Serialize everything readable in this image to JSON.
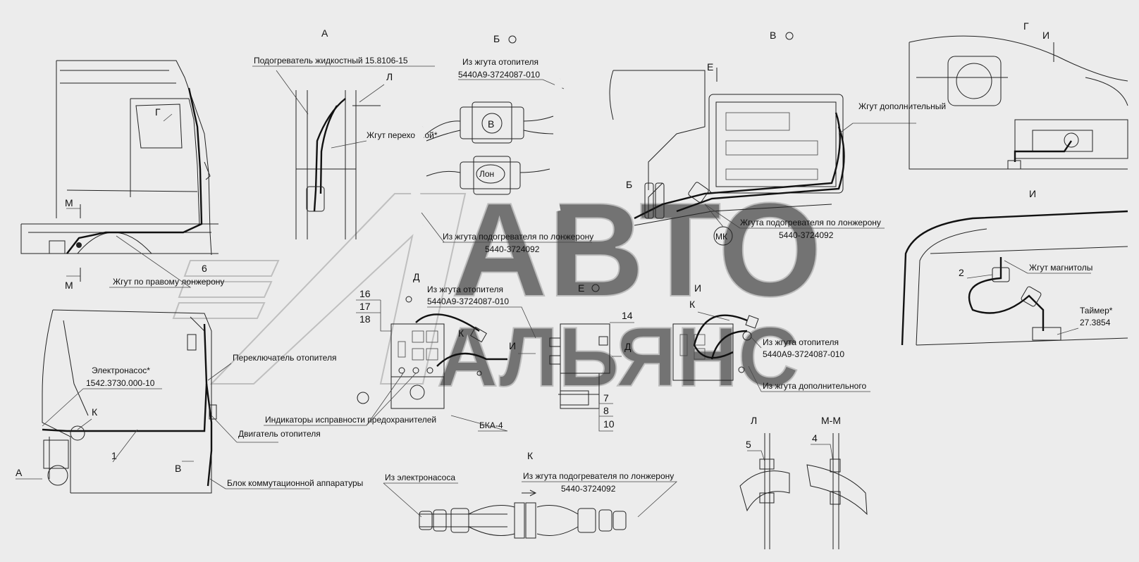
{
  "sections": {
    "a": "А",
    "b": "Б",
    "v": "В",
    "g": "Г",
    "i_top": "И",
    "i": "И",
    "d": "Д",
    "e": "Е",
    "e_top": "Е",
    "k": "К",
    "l": "Л",
    "mm": "М-М",
    "m": "М"
  },
  "labels": {
    "heater": "Подогреватель жидкостный 15.8106-15",
    "adapter_harness": "Жгут переходной*",
    "from_heater_harness_1": "Из жгута отопителя",
    "from_heater_harness_1_code": "5440А9-3724087-010",
    "from_heater_spar_1": "Из жгута подогревателя по лонжерону",
    "from_heater_spar_1_code": "5440-3724092",
    "additional_harness": "Жгут дополнительный",
    "heater_spar_harness": "Жгута подогревателя по лонжерону",
    "heater_spar_harness_code": "5440-3724092",
    "right_spar_harness": "Жгут по правому лонжерону",
    "radio_harness": "Жгут магнитолы",
    "timer": "Таймер*",
    "timer_code": "27.3854",
    "electropump": "Электронасос*",
    "electropump_code": "1542.3730.000-10",
    "heater_switch": "Переключатель отопителя",
    "heater_motor": "Двигатель отопителя",
    "switching_unit": "Блок коммутационной аппаратуры",
    "fuse_indicators": "Индикаторы исправности предохранителей",
    "bka": "БКА-4",
    "from_heater_harness_2": "Из жгута отопителя",
    "from_heater_harness_2_code": "5440А9-3724087-010",
    "from_heater_harness_3": "Из жгута отопителя",
    "from_heater_harness_3_code": "5440А9-3724087-010",
    "from_additional": "Из жгута дополнительного",
    "from_electropump": "Из электронасоса",
    "from_heater_spar_2": "Из жгута подогревателя по лонжерону",
    "from_heater_spar_2_code": "5440-3724092",
    "conn_v": "В",
    "conn_lon": "Лон",
    "conn_mk": "МК"
  },
  "numbers": {
    "n1": "1",
    "n2": "2",
    "n4": "4",
    "n5": "5",
    "n6": "6",
    "n7": "7",
    "n8": "8",
    "n10": "10",
    "n14": "14",
    "n16": "16",
    "n17": "17",
    "n18": "18"
  },
  "watermark": {
    "line1": "АВТО",
    "line2": "АЛЬЯНС"
  }
}
